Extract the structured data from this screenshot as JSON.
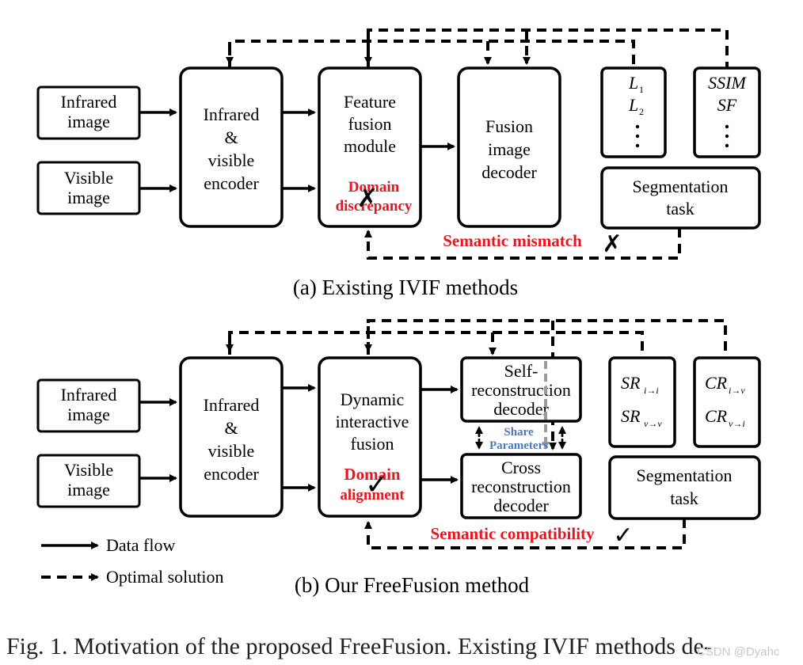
{
  "panel_a": {
    "caption": "(a) Existing IVIF methods",
    "infrared_input": [
      "Infrared",
      "image"
    ],
    "visible_input": [
      "Visible",
      "image"
    ],
    "encoder": [
      "Infrared",
      "&",
      "visible",
      "encoder"
    ],
    "fusion_module": [
      "Feature",
      "fusion",
      "module"
    ],
    "decoder": [
      "Fusion",
      "image",
      "decoder"
    ],
    "loss_box_1": [
      "L",
      "1",
      "L",
      "2"
    ],
    "loss_box_2": [
      "SSIM",
      "SF"
    ],
    "segmentation": [
      "Segmentation",
      "task"
    ],
    "domain_label": [
      "Domain",
      "discrepancy"
    ],
    "semantic_label": "Semantic mismatch",
    "cross_mark": "✗"
  },
  "panel_b": {
    "caption": "(b) Our FreeFusion method",
    "infrared_input": [
      "Infrared",
      "image"
    ],
    "visible_input": [
      "Visible",
      "image"
    ],
    "encoder": [
      "Infrared",
      "&",
      "visible",
      "encoder"
    ],
    "fusion_module": [
      "Dynamic",
      "interactive",
      "fusion"
    ],
    "self_decoder": [
      "Self-",
      "reconstruction",
      "decoder"
    ],
    "cross_decoder": [
      "Cross",
      "reconstruction",
      "decoder"
    ],
    "share_label": [
      "Share",
      "Parameters"
    ],
    "sr_box": [
      "SR",
      "i→i",
      "SR",
      "v→v"
    ],
    "cr_box": [
      "CR",
      "i→v",
      "CR",
      "v→i"
    ],
    "segmentation": [
      "Segmentation",
      "task"
    ],
    "domain_label": [
      "Domain",
      "alignment"
    ],
    "semantic_label": "Semantic compatibility",
    "check_mark": "✓"
  },
  "legend": {
    "data_flow": "Data flow",
    "optimal_solution": "Optimal solution"
  },
  "figure_caption": "Fig. 1.    Motivation of the proposed FreeFusion. Existing IVIF methods de-",
  "watermark": "CSDN @Dyahc"
}
